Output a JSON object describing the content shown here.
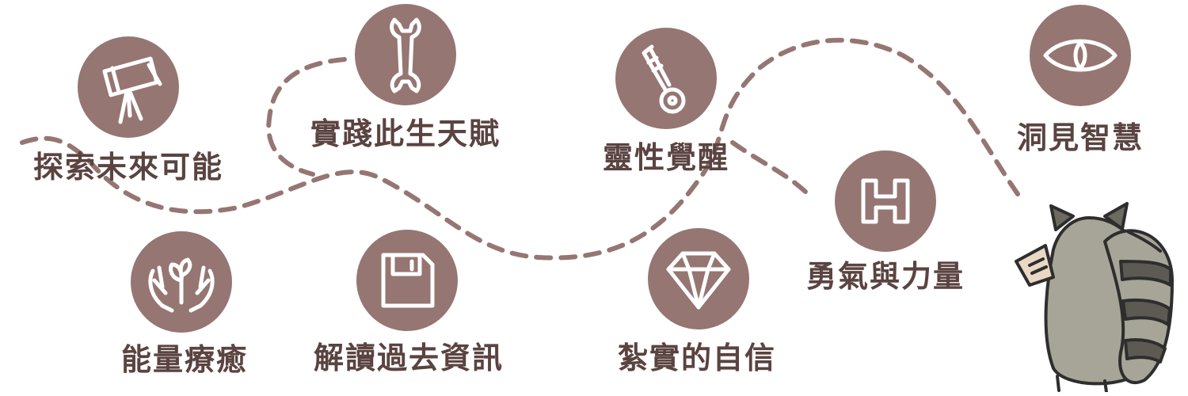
{
  "colors": {
    "accent": "#957672",
    "text": "#5a4340",
    "icon_line": "#ffffff"
  },
  "nodes": [
    {
      "id": "explore-future",
      "label": "探索未來可能",
      "icon": "telescope-icon"
    },
    {
      "id": "practice-talent",
      "label": "實踐此生天賦",
      "icon": "wrench-icon"
    },
    {
      "id": "spiritual-awakening",
      "label": "靈性覺醒",
      "icon": "key-icon"
    },
    {
      "id": "insight-wisdom",
      "label": "洞見智慧",
      "icon": "eye-icon"
    },
    {
      "id": "energy-healing",
      "label": "能量療癒",
      "icon": "hands-sprout-icon"
    },
    {
      "id": "interpret-past",
      "label": "解讀過去資訊",
      "icon": "floppy-disk-icon"
    },
    {
      "id": "solid-confidence",
      "label": "紮實的自信",
      "icon": "diamond-icon"
    },
    {
      "id": "courage-power",
      "label": "勇氣與力量",
      "icon": "h-letter-icon"
    }
  ],
  "mascot": {
    "icon": "raccoon-mascot-icon"
  }
}
